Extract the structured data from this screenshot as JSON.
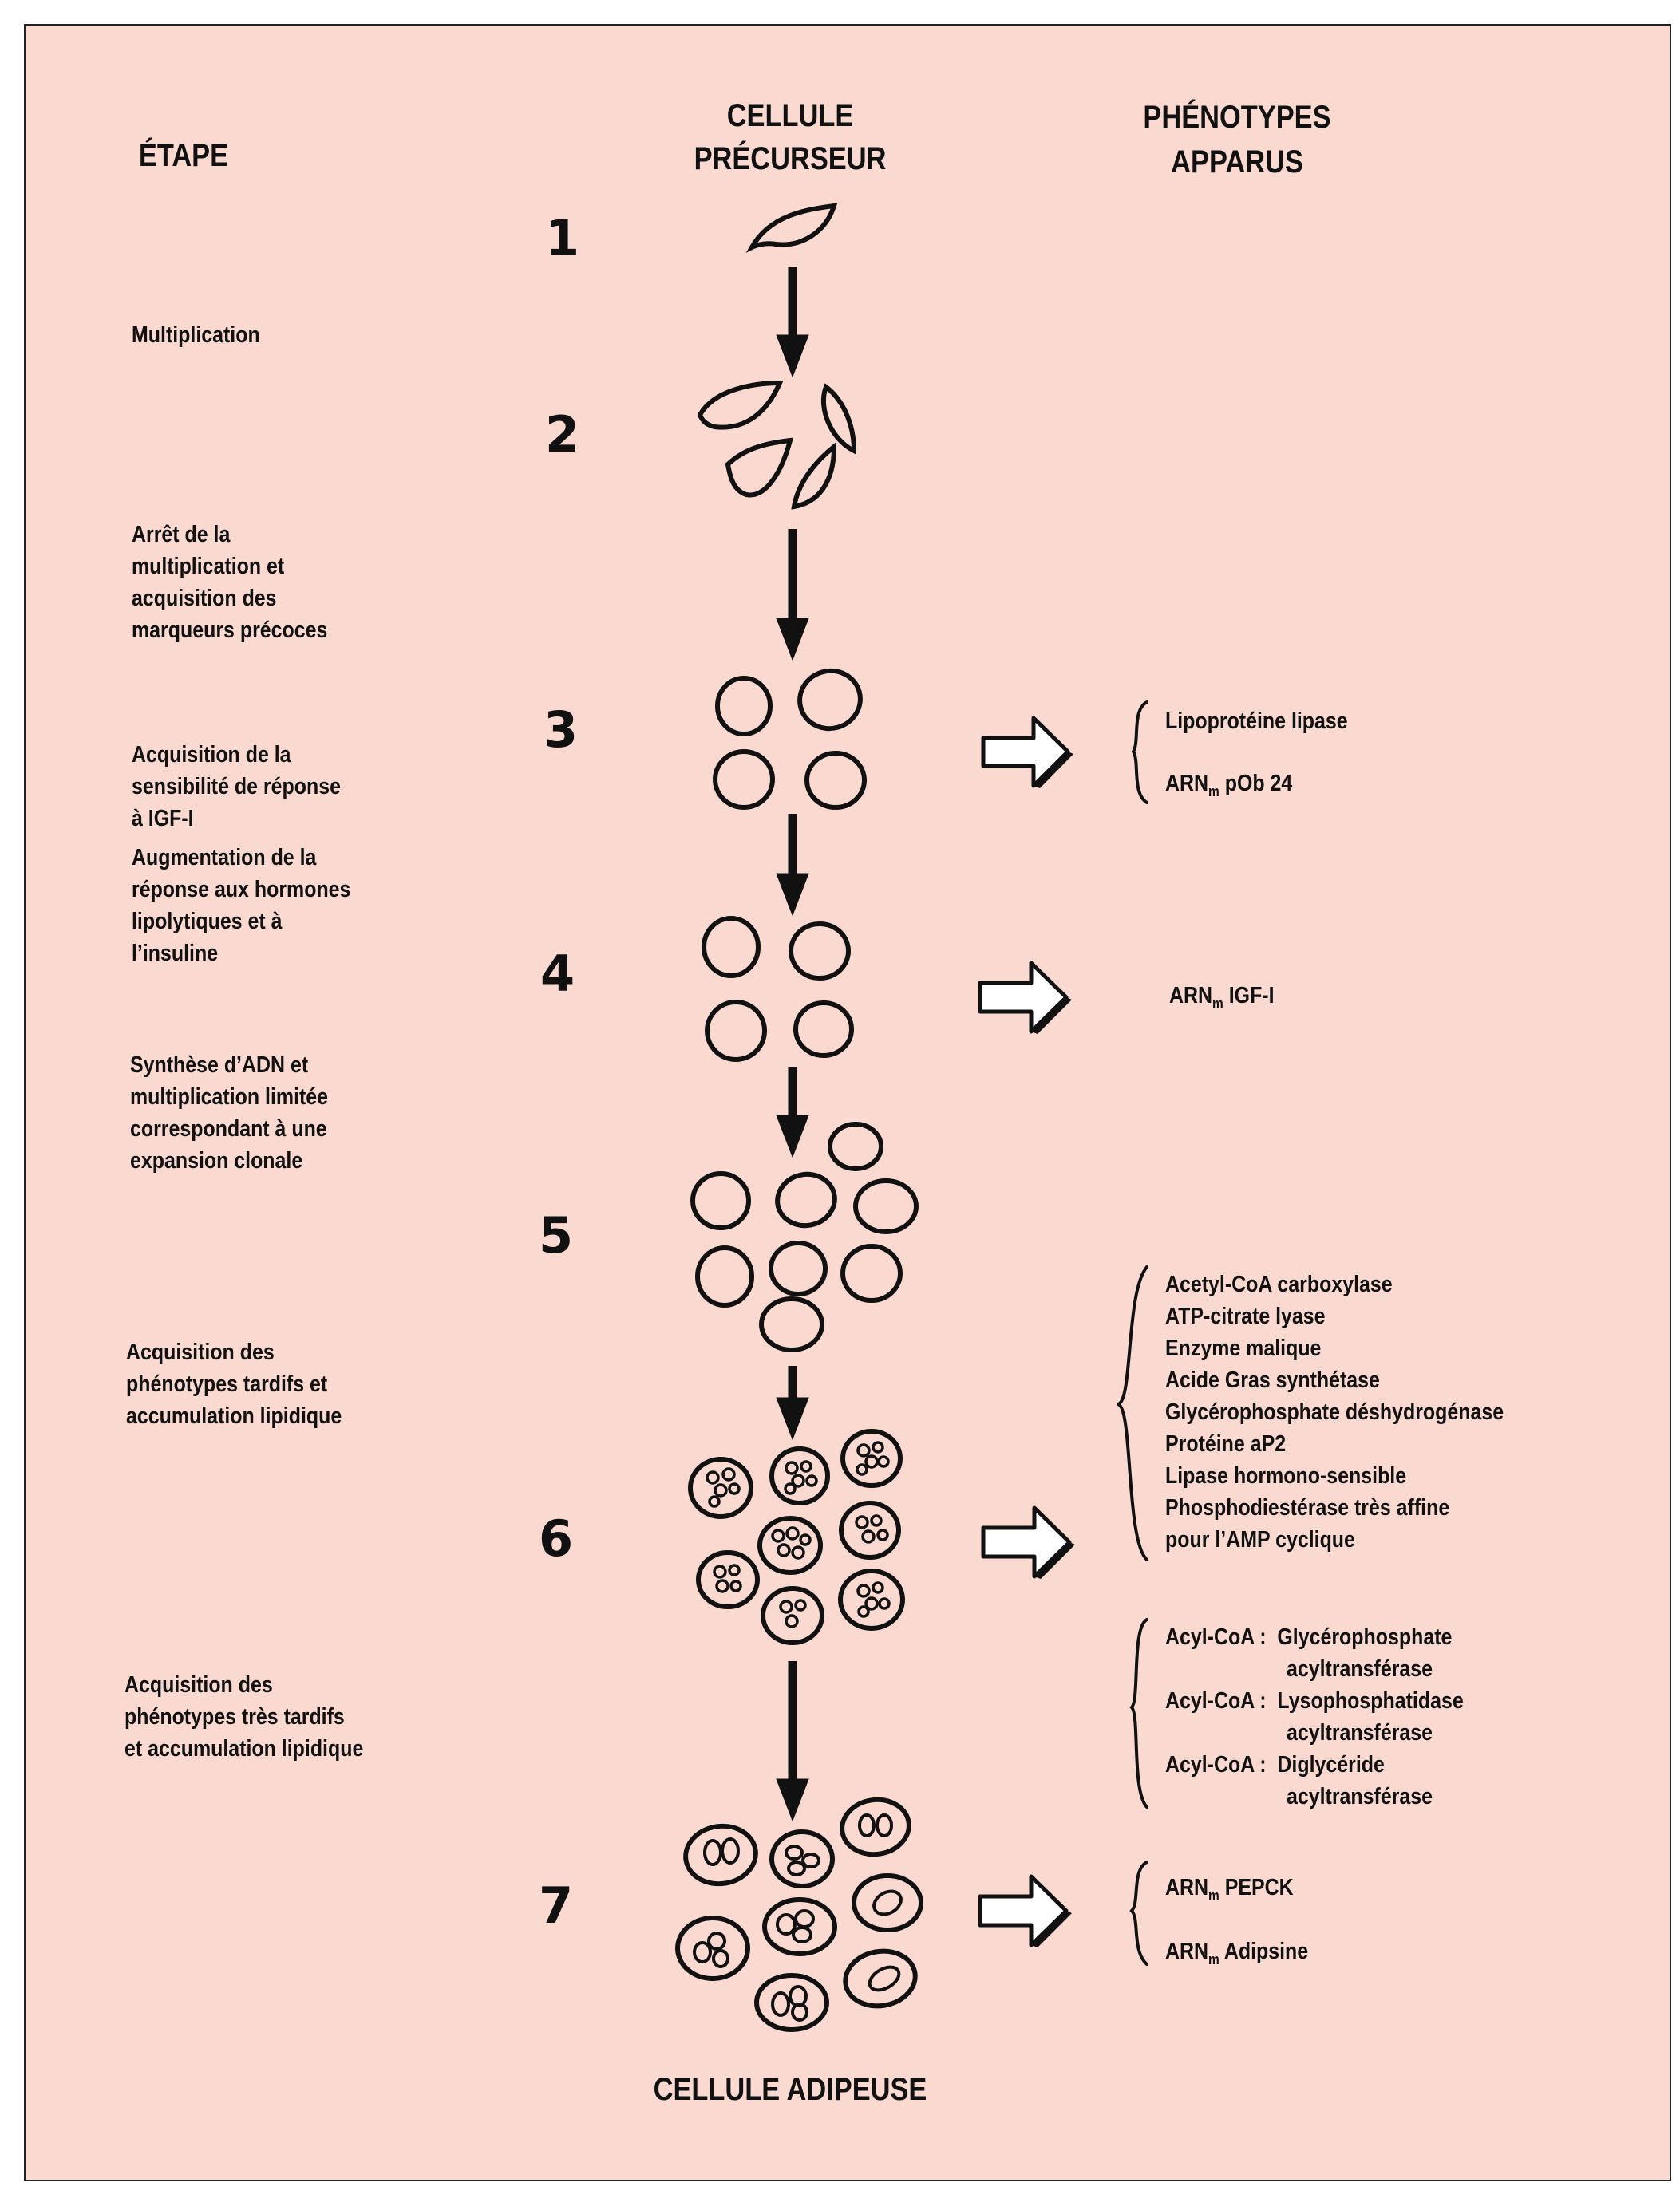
{
  "headers": {
    "etape": "ÉTAPE",
    "cellule_precurseur": [
      "CELLULE",
      "PRÉCURSEUR"
    ],
    "phenotypes": [
      "PHÉNOTYPES",
      "APPARUS"
    ]
  },
  "steps": [
    "1",
    "2",
    "3",
    "4",
    "5",
    "6",
    "7"
  ],
  "stages": [
    "Multiplication",
    "Arrêt de la\nmultiplication et\nacquisition des\nmarqueurs précoces",
    "Acquisition de la\nsensibilité de réponse\nà IGF-I",
    "Augmentation de la\nréponse aux hormones\nlipolytiques et à\nl’insuline",
    "Synthèse d’ADN et\nmultiplication limitée\ncorrespondant à une\nexpansion clonale",
    "Acquisition des\nphénotypes tardifs et\naccumulation lipidique",
    "Acquisition des\nphénotypes très tardifs\net accumulation lipidique"
  ],
  "phenotypes": {
    "step3": [
      {
        "text": "Lipoprotéine lipase"
      },
      {
        "prefix": "ARN",
        "sub": "m",
        "text": " pOb 24"
      }
    ],
    "step4": [
      {
        "prefix": "ARN",
        "sub": "m",
        "text": " IGF-I"
      }
    ],
    "step6a": [
      "Acetyl-CoA carboxylase",
      "ATP-citrate lyase",
      "Enzyme malique",
      "Acide Gras synthétase",
      "Glycérophosphate déshydrogénase",
      "Protéine aP2",
      "Lipase hormono-sensible",
      "Phosphodiestérase très affine",
      "pour l’AMP cyclique"
    ],
    "step6b": [
      "Acyl-CoA :  Glycérophosphate",
      "acyltransférase",
      "Acyl-CoA :  Lysophosphatidase",
      "acyltransférase",
      "Acyl-CoA :  Diglycéride",
      "acyltransférase"
    ],
    "step7": [
      {
        "prefix": "ARN",
        "sub": "m",
        "text": " PEPCK"
      },
      {
        "prefix": "ARN",
        "sub": "m",
        "text": " Adipsine"
      }
    ]
  },
  "footer": "CELLULE ADIPEUSE",
  "colors": {
    "background": "#f9d9d0",
    "ink": "#111111"
  }
}
